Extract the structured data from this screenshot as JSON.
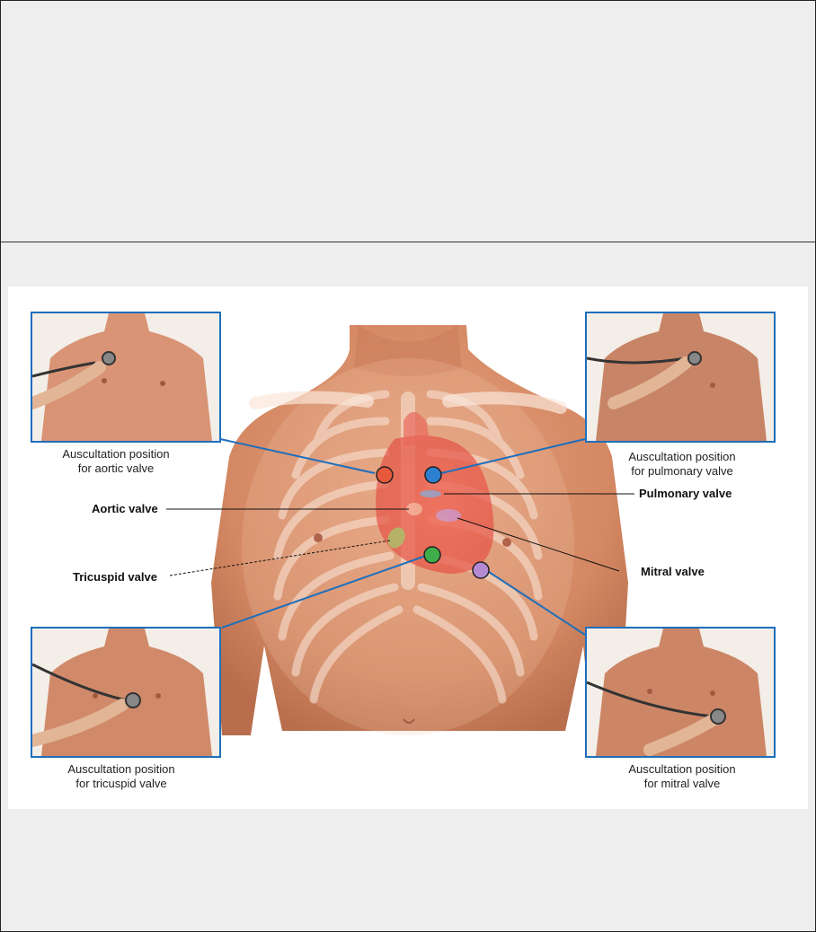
{
  "labels": {
    "aortic_valve": "Aortic valve",
    "pulmonary_valve": "Pulmonary valve",
    "tricuspid_valve": "Tricuspid valve",
    "mitral_valve": "Mitral valve"
  },
  "captions": {
    "aortic": "Auscultation position\nfor aortic valve",
    "pulmonary": "Auscultation position\nfor pulmonary valve",
    "tricuspid": "Auscultation position\nfor tricuspid valve",
    "mitral": "Auscultation position\nfor mitral valve"
  },
  "colors": {
    "aortic": "#e8593c",
    "pulmonary": "#2d7fd0",
    "tricuspid": "#3fae4a",
    "mitral": "#b48ad2",
    "frame_blue": "#1d6fbc",
    "skin": "#d98c6a",
    "heart": "#e05a4a"
  }
}
